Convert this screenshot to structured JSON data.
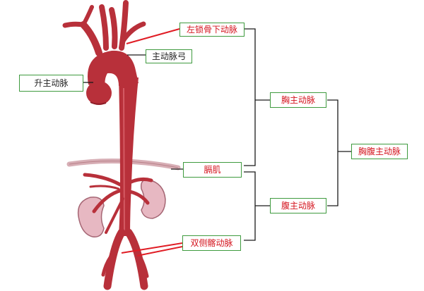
{
  "labels": {
    "left_subclavian_artery": "左锁骨下动脉",
    "aortic_arch": "主动脉弓",
    "ascending_aorta": "升主动脉",
    "thoracic_aorta": "胸主动脉",
    "thoracoabdominal_aorta": "胸腹主动脉",
    "diaphragm": "膈肌",
    "abdominal_aorta": "腹主动脉",
    "bilateral_iliac_arteries": "双侧髂动脉"
  },
  "colors": {
    "artery": "#b8303a",
    "artery_dark": "#8e1e28",
    "kidney": "#e7b8c2",
    "label_border": "#3f9b3f",
    "red_text": "#d4141e",
    "leader_red": "#e01c24",
    "leader_black": "#1a1a1a"
  }
}
